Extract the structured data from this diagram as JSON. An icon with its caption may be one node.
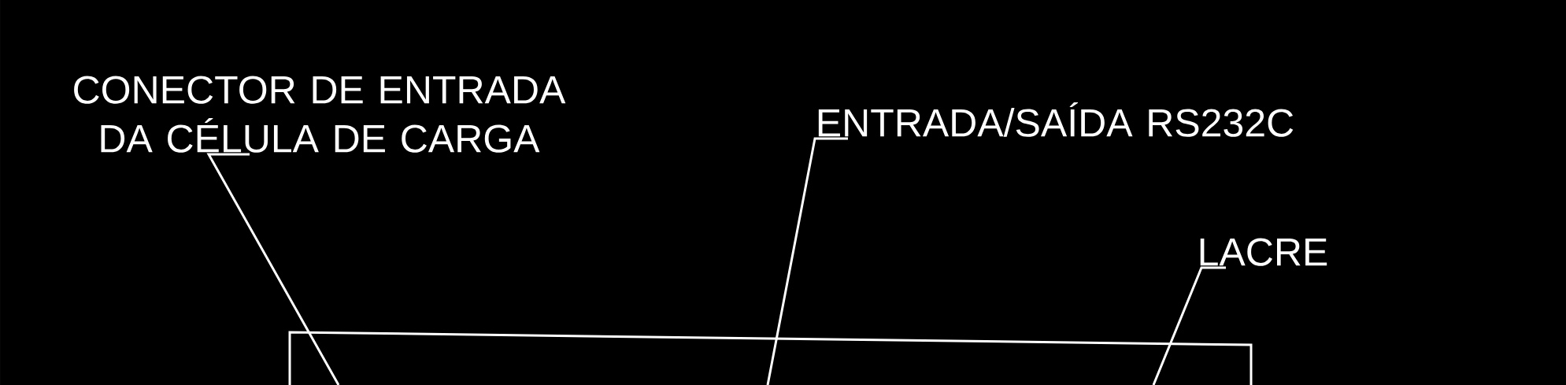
{
  "diagram": {
    "nodes": [
      {
        "text": [
          "CONECTOR DE ENTRADA DA CÉLULA DE CARGA"
        ]
      },
      {
        "text": [
          "ENTRADA/SAÍDA RS232C"
        ]
      },
      {
        "text": [
          "LACRE"
        ]
      }
    ],
    "edges": [
      {
        "from": 0,
        "to": null,
        "arrow": "none"
      },
      {
        "from": 1,
        "to": null,
        "arrow": "none"
      },
      {
        "from": 2,
        "to": null,
        "arrow": "none"
      }
    ]
  }
}
